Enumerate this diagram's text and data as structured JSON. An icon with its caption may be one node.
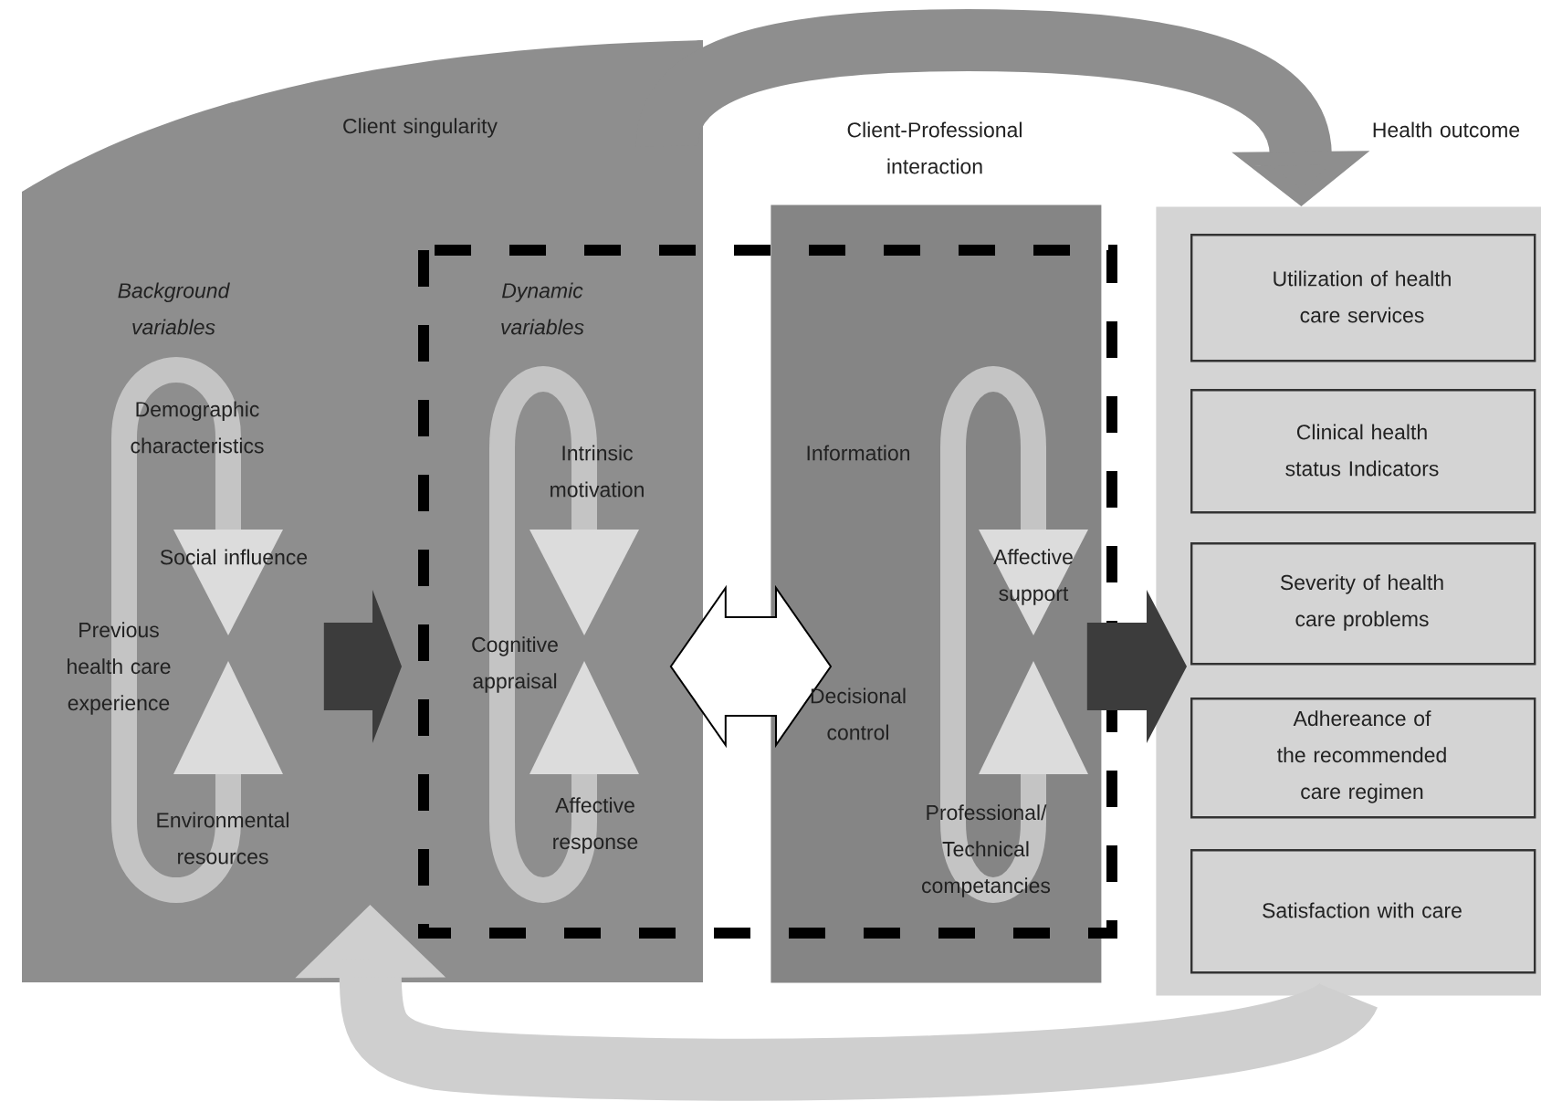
{
  "diagram": {
    "nodes": [
      {
        "text": [
          "Client singularity"
        ]
      },
      {
        "text": [
          "Background variables",
          "Demographic characteristics",
          "Social influence",
          "Previous health care experience",
          "Environmental resources"
        ],
        "in": 0
      },
      {
        "text": [
          "Dynamic variables",
          "Intrinsic motivation",
          "Cognitive appraisal",
          "Affective response"
        ],
        "in": 0
      },
      {
        "text": [
          "Client-Professional interaction",
          "Information",
          "Affective support",
          "Decisional control",
          "Professional/ Technical competancies"
        ]
      },
      {
        "text": [
          "Health outcome"
        ]
      },
      {
        "text": [
          "Utilization of health care services"
        ],
        "in": 4
      },
      {
        "text": [
          "Clinical health status Indicators"
        ],
        "in": 4
      },
      {
        "text": [
          "Severity of health care problems"
        ],
        "in": 4
      },
      {
        "text": [
          "Adhereance of the recommended care regimen"
        ],
        "in": 4
      },
      {
        "text": [
          "Satisfaction with care"
        ],
        "in": 4
      }
    ],
    "edges": [
      {
        "from": 0,
        "to": 4,
        "arrow": "to",
        "color": "#8e8e8e"
      },
      {
        "from": 1,
        "to": 2,
        "arrow": "to",
        "color": "#3c3c3c"
      },
      {
        "from": 2,
        "to": 3,
        "arrow": "both",
        "color": "#ffffff"
      },
      {
        "from": 3,
        "to": 4,
        "arrow": "to",
        "color": "#3c3c3c"
      },
      {
        "from": 4,
        "to": 0,
        "arrow": "to",
        "color": "#cfcfcf"
      }
    ]
  }
}
